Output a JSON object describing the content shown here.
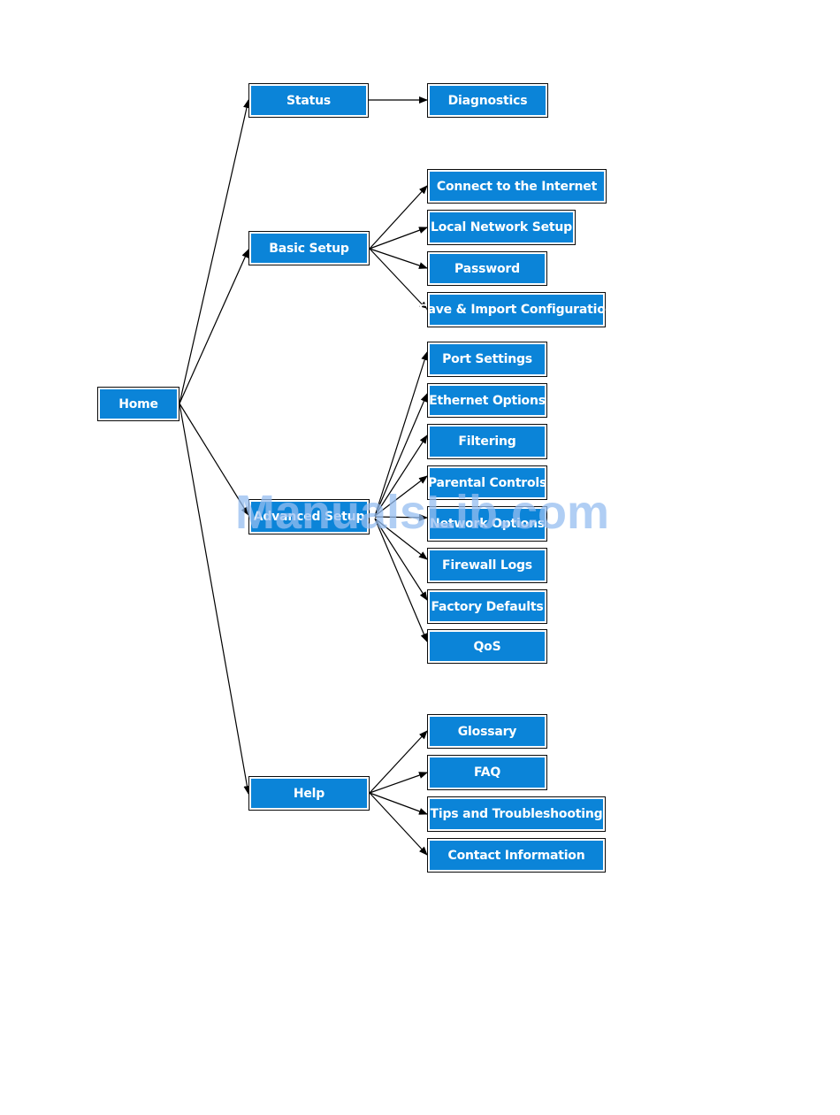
{
  "nodes": {
    "home": "Home",
    "status": "Status",
    "diagnostics": "Diagnostics",
    "basic_setup": "Basic Setup",
    "connect_internet": "Connect to the Internet",
    "local_network_setup": "Local Network Setup",
    "password": "Password",
    "save_import": "Save & Import Configuration",
    "advanced_setup": "Advanced Setup",
    "port_settings": "Port Settings",
    "ethernet_options": "Ethernet Options",
    "filtering": "Filtering",
    "parental_controls": "Parental Controls",
    "network_options": "Network Options",
    "firewall_logs": "Firewall Logs",
    "factory_defaults": "Factory Defaults",
    "qos": "QoS",
    "help": "Help",
    "glossary": "Glossary",
    "faq": "FAQ",
    "tips_troubleshooting": "Tips and Troubleshooting",
    "contact_information": "Contact Information"
  },
  "watermark": "ManualsLib.com",
  "colors": {
    "box_fill": "#0b84d8",
    "box_text": "#ffffff",
    "box_border": "#0b0b0b",
    "line": "#000000",
    "watermark": "#96bef0"
  }
}
